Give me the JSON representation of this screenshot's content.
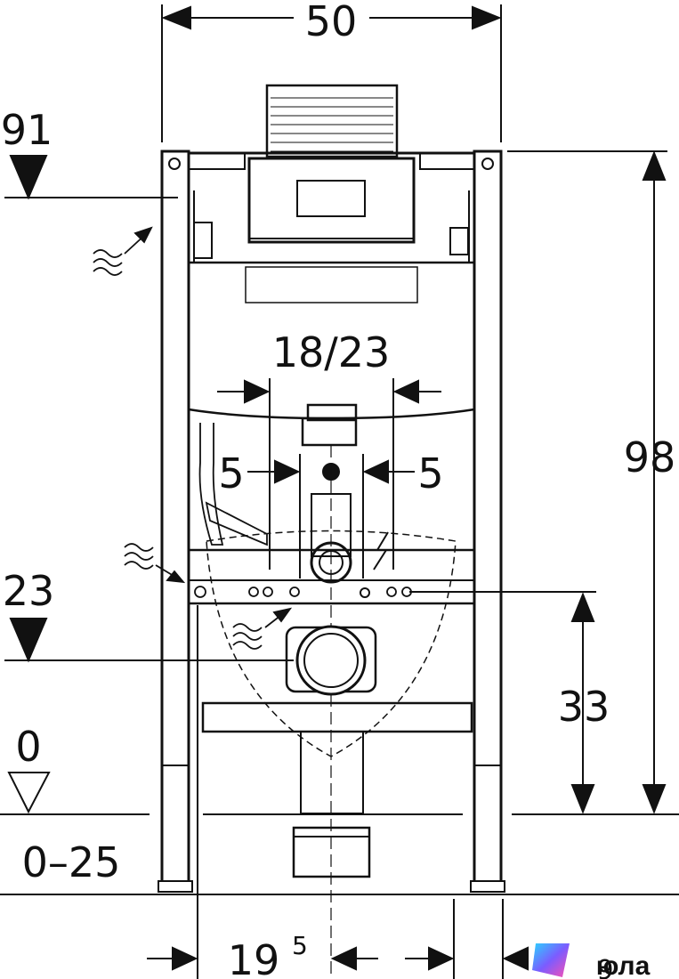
{
  "dimensions": {
    "top_width": "50",
    "top_height_mark": "91",
    "total_height": "98",
    "flush_valve_spacing": "18/23",
    "left_offset": "5",
    "right_offset": "5",
    "drain_height_mark": "23",
    "drain_height": "33",
    "floor_level": "0",
    "adjust_range": "0–25",
    "bottom_left": "19",
    "bottom_left_sup": "5",
    "bottom_right_partial": "9"
  },
  "watermark": {
    "brand": "юла"
  },
  "colors": {
    "line": "#111111",
    "background": "#ffffff",
    "logo_gradient": [
      "#2ad3ff",
      "#7b5cff",
      "#ff4fb0"
    ]
  }
}
